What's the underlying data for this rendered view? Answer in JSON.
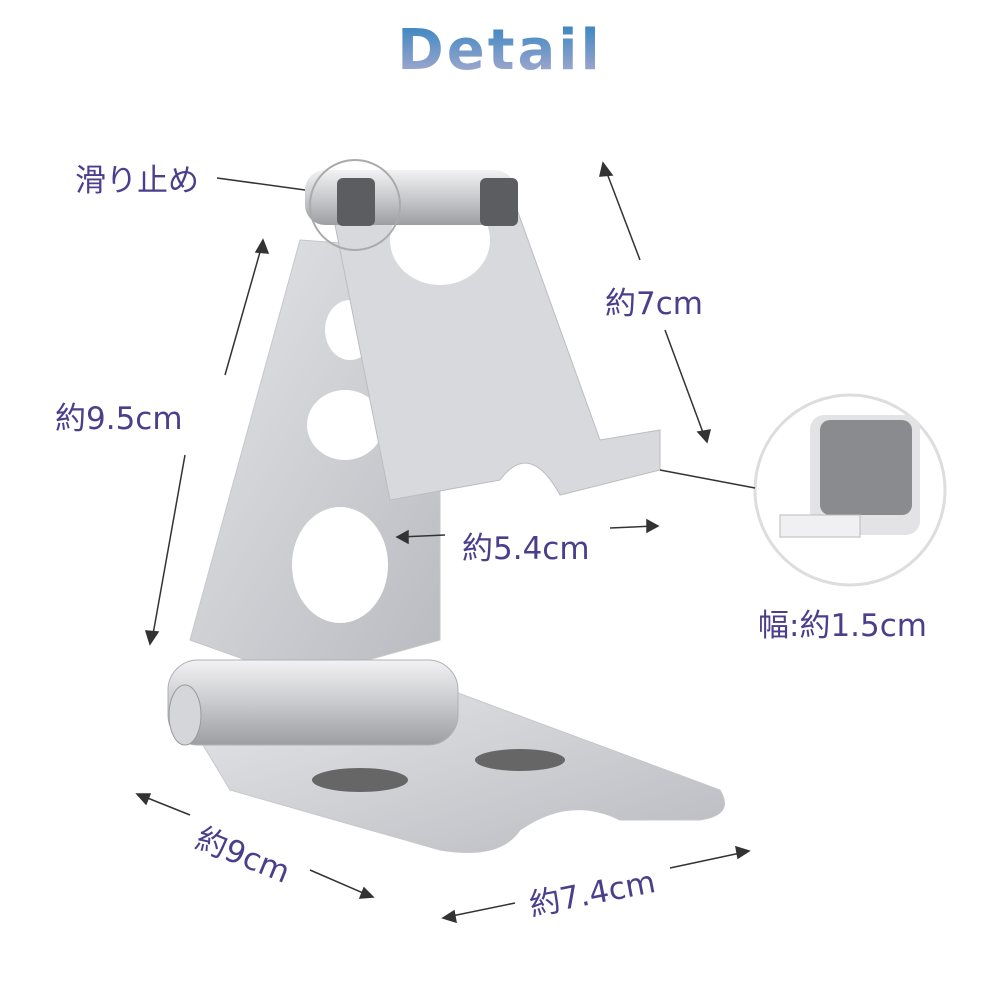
{
  "title": "Detail",
  "labels": {
    "anti_slip": "滑り止め",
    "height_top": "約7cm",
    "height_back": "約9.5cm",
    "inner_width": "約5.4cm",
    "pad_width": "幅:約1.5cm",
    "depth": "約9cm",
    "base_width": "約7.4cm"
  },
  "colors": {
    "label": "#4b3f8c",
    "title_top": "#2f82c0",
    "title_bottom": "#b3aed0"
  }
}
